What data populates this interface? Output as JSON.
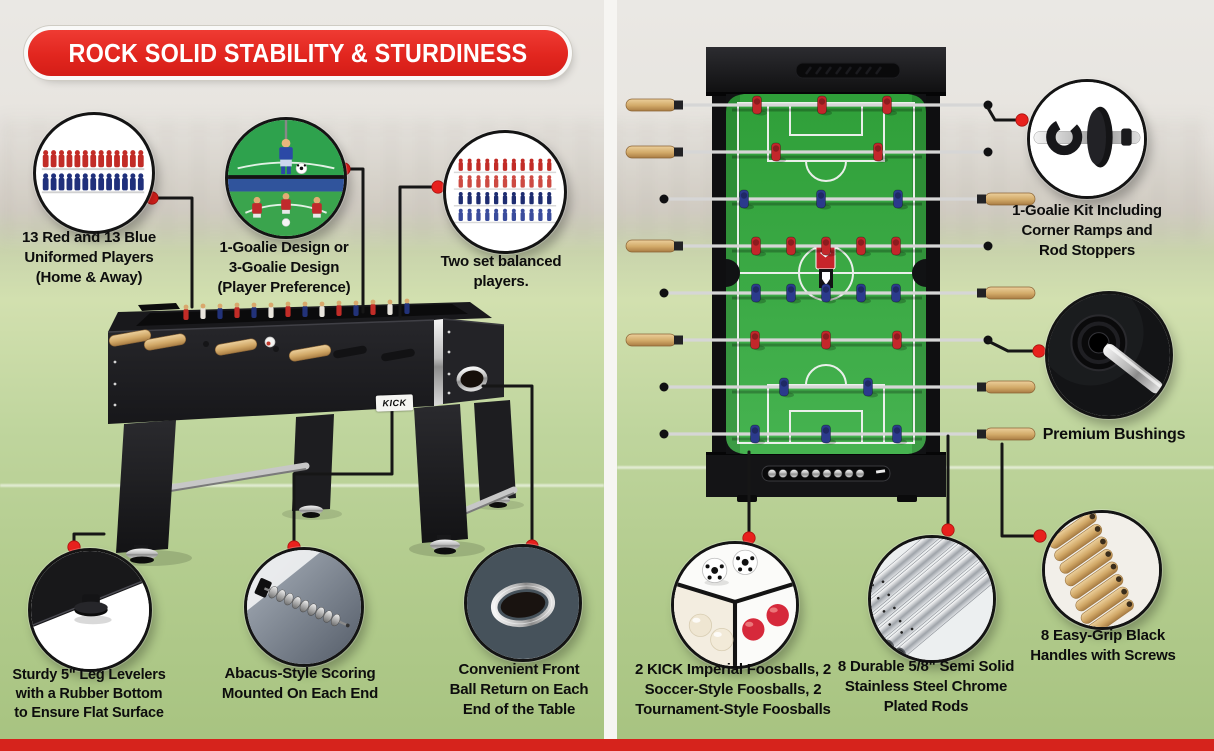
{
  "banner": {
    "title": "ROCK SOLID STABILITY & STURDINESS"
  },
  "brand": {
    "side_plate_logo": "KICK"
  },
  "colors": {
    "banner_red": "#e2261f",
    "footer_bar_red": "#d6231c",
    "callout_dot_red": "#e8211d",
    "field_green": "#31a23b",
    "grass_green": "#bcd39a",
    "table_black": "#1a1a1d",
    "red_player": "#c3272b",
    "blue_player": "#2b3a8c"
  },
  "callouts": {
    "uniformed_players": {
      "lines": [
        "13 Red and 13 Blue",
        "Uniformed Players",
        "(Home & Away)"
      ]
    },
    "goalie_design": {
      "lines": [
        "1-Goalie Design or",
        "3-Goalie Design",
        "(Player Preference)"
      ]
    },
    "balanced_players": {
      "lines": [
        "Two set balanced",
        "players."
      ]
    },
    "leg_levelers": {
      "lines": [
        "Sturdy 5\" Leg Levelers",
        "with a Rubber Bottom",
        "to Ensure Flat Surface"
      ]
    },
    "abacus_scoring": {
      "lines": [
        "Abacus-Style Scoring",
        "Mounted On Each End"
      ]
    },
    "ball_return": {
      "lines": [
        "Convenient Front",
        "Ball Return on Each",
        "End of the Table"
      ]
    },
    "goalie_kit": {
      "lines": [
        "1-Goalie Kit Including",
        "Corner Ramps and",
        "Rod Stoppers"
      ]
    },
    "premium_bushings": {
      "lines": [
        "Premium Bushings"
      ]
    },
    "foosballs": {
      "lines": [
        "2 KICK Imperial Foosballs, 2",
        "Soccer-Style Foosballs, 2",
        "Tournament-Style Foosballs"
      ]
    },
    "rods": {
      "lines": [
        "8 Durable 5/8\" Semi Solid",
        "Stainless Steel Chrome",
        "Plated Rods"
      ]
    },
    "handles": {
      "lines": [
        "8  Easy-Grip Black",
        "Handles with Screws"
      ]
    }
  }
}
